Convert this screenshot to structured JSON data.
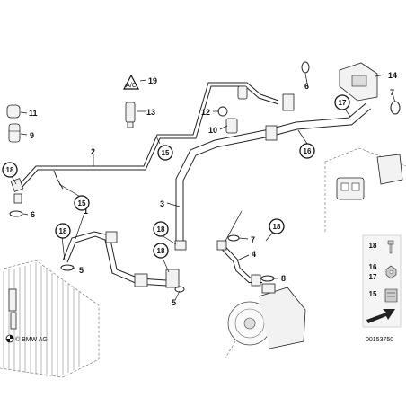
{
  "callouts": {
    "p1": "1",
    "p2": "2",
    "p3": "3",
    "p4": "4",
    "p5a": "5",
    "p5b": "5",
    "p6a": "6",
    "p6b": "6",
    "p7a": "7",
    "p7b": "7",
    "p8": "8",
    "p9": "9",
    "p10": "10",
    "p11": "11",
    "p12": "12",
    "p13": "13",
    "p14": "14",
    "p19": "19"
  },
  "circled": {
    "c15a": "15",
    "c15b": "15",
    "c16": "16",
    "c17": "17",
    "c18a": "18",
    "c18b": "18",
    "c18c": "18",
    "c18d": "18",
    "c18e": "18"
  },
  "legend": {
    "l18": "18",
    "l16": "16",
    "l17": "17",
    "l15": "15"
  },
  "footer": {
    "copyright": "© BMW AG",
    "diagram_id": "00153750"
  },
  "icons": [
    "warning-triangle-icon",
    "bmw-logo-icon"
  ]
}
